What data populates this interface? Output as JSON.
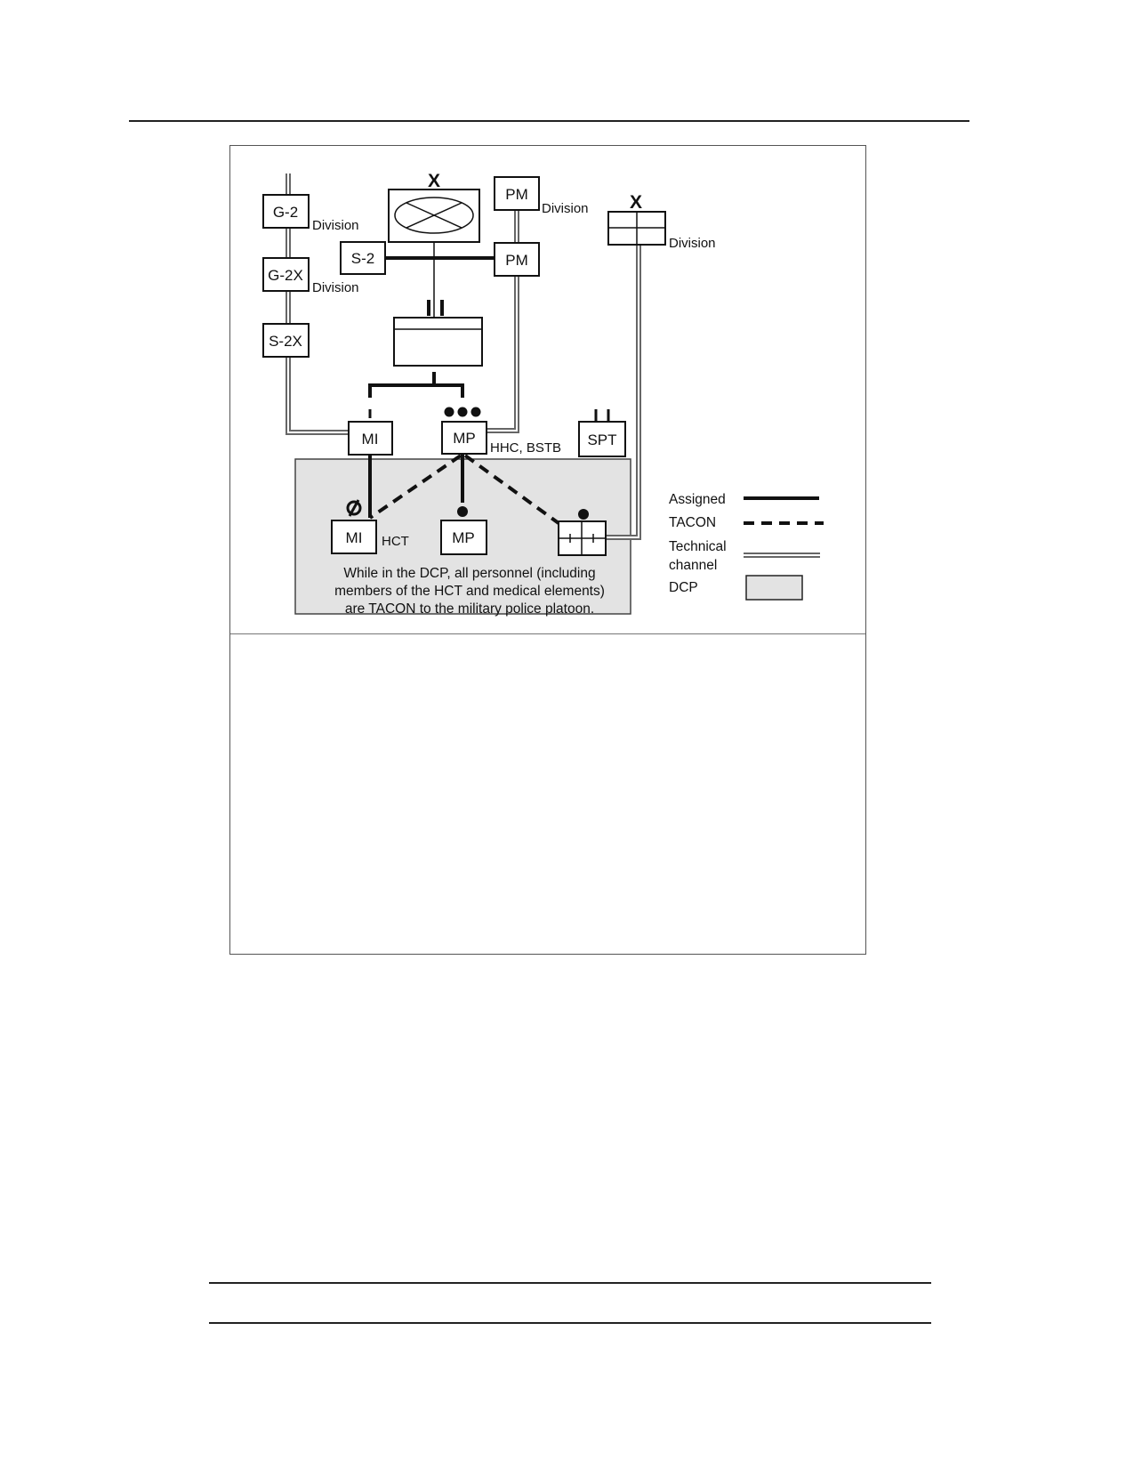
{
  "diagram": {
    "nodes": {
      "g2": "G-2",
      "g2x": "G-2X",
      "s2x": "S-2X",
      "s2": "S-2",
      "pm_division": "PM",
      "pm_brigade": "PM",
      "mi_company": "MI",
      "mp_company": "MP",
      "spt": "SPT",
      "mi_hct": "MI",
      "mp_platoon": "MP"
    },
    "labels": {
      "g2_division": "Division",
      "g2x_division": "Division",
      "pm_division": "Division",
      "medical_division": "Division",
      "hhc_bstb": "HHC, BSTB",
      "hct": "HCT"
    },
    "echelon_marks": {
      "brigade_hq": "X",
      "medical_hq": "X"
    },
    "dcp_note": [
      "While in the DCP, all personnel (including",
      "members of the HCT and medical elements)",
      "are TACON to the military police platoon."
    ],
    "legend": {
      "assigned": "Assigned",
      "tacon": "TACON",
      "technical_1": "Technical",
      "technical_2": "channel",
      "dcp": "DCP"
    },
    "colors": {
      "dcp_fill": "#e3e3e3",
      "technical_channel": "#666666",
      "line": "#111111"
    }
  }
}
